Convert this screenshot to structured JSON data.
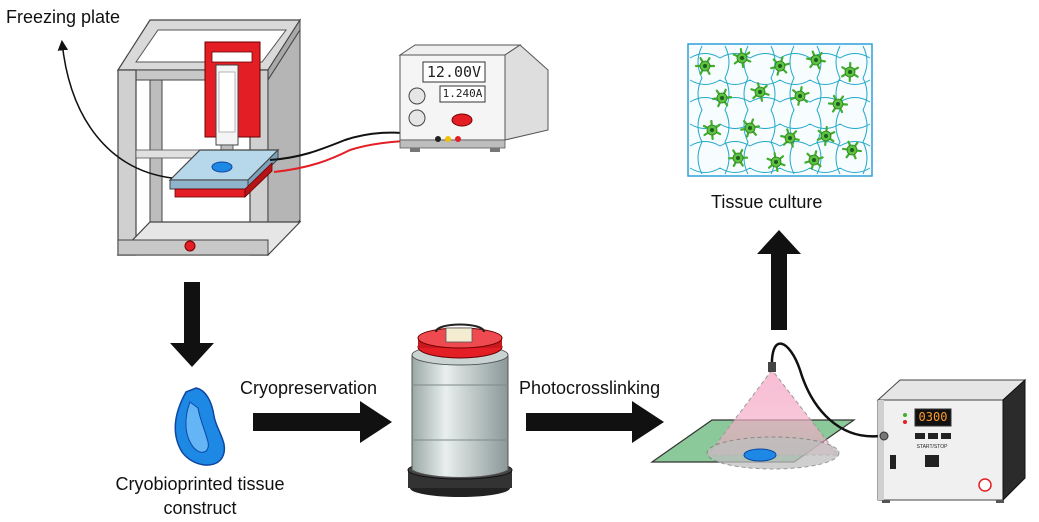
{
  "labels": {
    "freezing_plate": "Freezing plate",
    "tissue_culture": "Tissue culture",
    "cryopreservation": "Cryopreservation",
    "photocrosslinking": "Photocrosslinking",
    "construct_line1": "Cryobioprinted tissue",
    "construct_line2": "construct"
  },
  "power_supply": {
    "voltage": "12.00V",
    "current": "1.240A"
  },
  "uv_lamp": {
    "display": "0300",
    "button_label": "START/STOP"
  },
  "colors": {
    "frame": "#cfcfcf",
    "red_part": "#e31e24",
    "construct_blue": "#1e88e5",
    "cell_green": "#3fae2a",
    "fiber_cyan": "#21a9c9",
    "uv_cone": "#f4a7c4",
    "plate_green": "#8cc99a",
    "arrow": "#111111"
  }
}
